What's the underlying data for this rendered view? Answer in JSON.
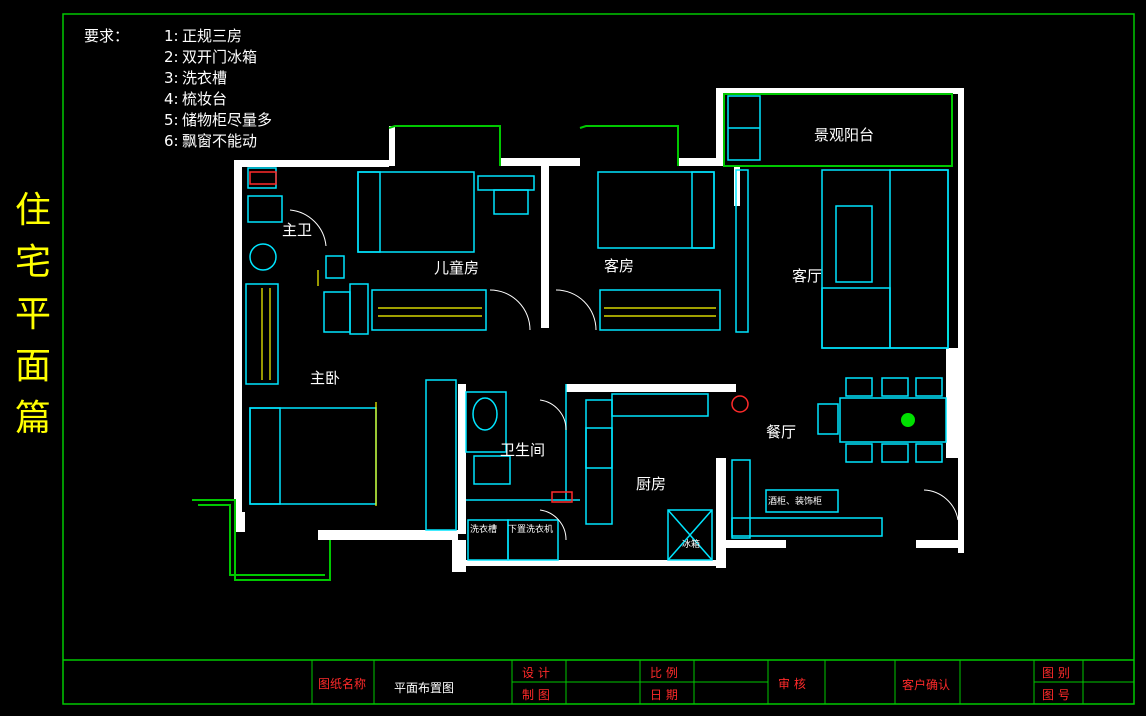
{
  "side_title": [
    "住",
    "宅",
    "平",
    "面",
    "篇"
  ],
  "requirements": {
    "lead": "要求：",
    "items": [
      {
        "num": "1:",
        "text": "正规三房"
      },
      {
        "num": "2:",
        "text": "双开门冰箱"
      },
      {
        "num": "3:",
        "text": "洗衣槽"
      },
      {
        "num": "4:",
        "text": "梳妆台"
      },
      {
        "num": "5:",
        "text": "储物柜尽量多"
      },
      {
        "num": "6:",
        "text": "飘窗不能动"
      }
    ]
  },
  "rooms": {
    "master_bath": "主卫",
    "kids_room": "儿童房",
    "guest_room": "客房",
    "living_room": "客厅",
    "balcony": "景观阳台",
    "master_bedroom": "主卧",
    "bathroom": "卫生间",
    "dining": "餐厅",
    "kitchen": "厨房"
  },
  "small_labels": {
    "washer_upper": "洗衣槽",
    "washer_lower": "下置洗衣机",
    "fridge": "冰箱",
    "cabinet": "酒柜、装饰柜"
  },
  "title_block": {
    "drawing_name_label": "图纸名称",
    "drawing_name_value": "平面布置图",
    "design_label": "设 计",
    "draft_label": "制 图",
    "scale_label": "比 例",
    "date_label": "日 期",
    "review_label": "审 核",
    "client_label": "客户确认",
    "category_label": "图 别",
    "number_label": "图 号"
  },
  "colors": {
    "wall": "#ffffff",
    "furniture": "#00e5ff",
    "frame": "#00c800",
    "accent": "#ffff00",
    "label_red": "#ff2a2a"
  }
}
